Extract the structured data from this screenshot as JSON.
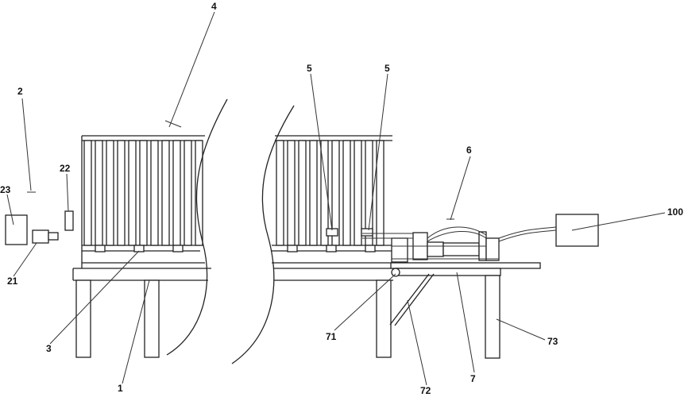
{
  "labels": {
    "l1": "1",
    "l2": "2",
    "l3": "3",
    "l4": "4",
    "l5a": "5",
    "l5b": "5",
    "l6": "6",
    "l7": "7",
    "l21": "21",
    "l22": "22",
    "l23": "23",
    "l71": "71",
    "l72": "72",
    "l73": "73",
    "l100": "100"
  }
}
